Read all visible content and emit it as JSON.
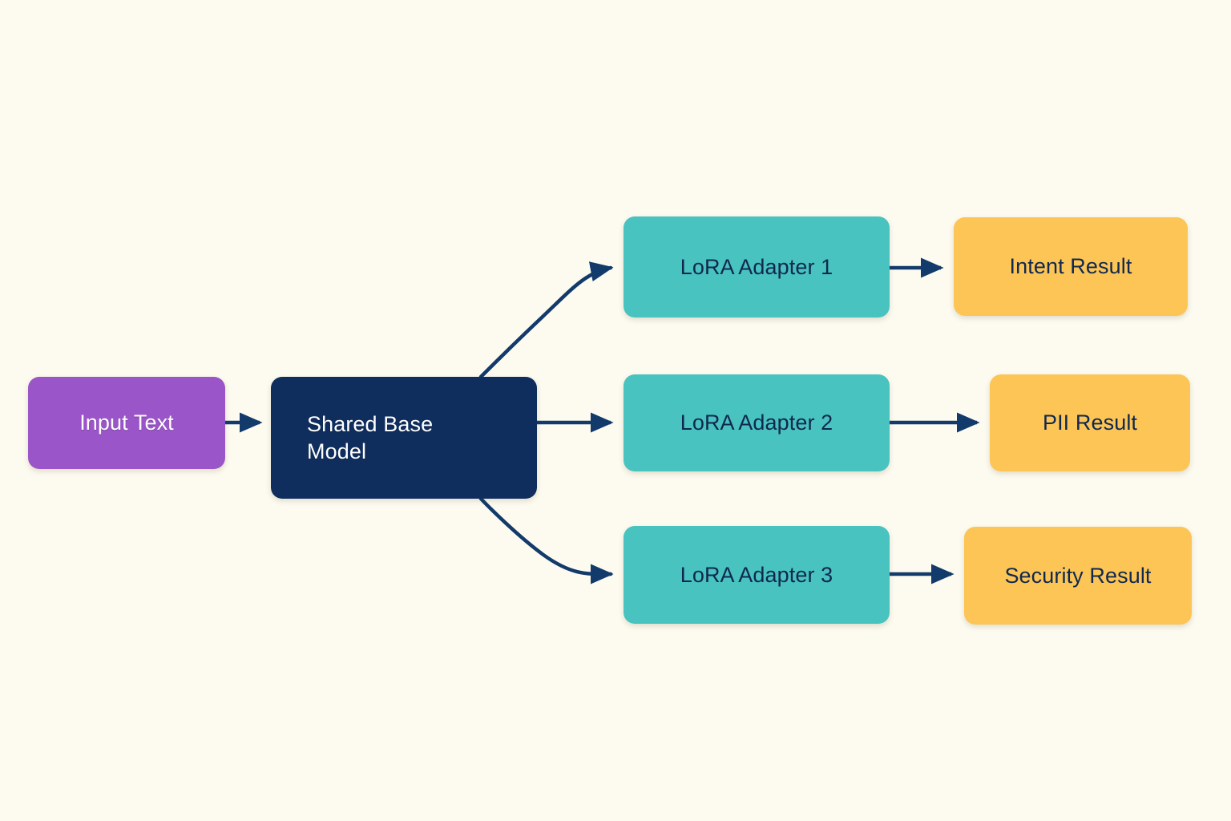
{
  "diagram": {
    "title": "Shared base model with LoRA adapters routing to results",
    "background_color": "#fdfbef",
    "edge_color": "#123a6b",
    "nodes": {
      "input": {
        "label": "Input Text",
        "color": "#9a55c8",
        "text_color": "#ffffff"
      },
      "base_model": {
        "label": "Shared Base\nModel",
        "line1": "Shared Base",
        "line2": "Model",
        "color": "#0f2e5e",
        "text_color": "#ffffff"
      },
      "adapters": [
        {
          "label": "LoRA Adapter 1",
          "color": "#48c3c0",
          "text_color": "#10284f"
        },
        {
          "label": "LoRA Adapter 2",
          "color": "#48c3c0",
          "text_color": "#10284f"
        },
        {
          "label": "LoRA Adapter 3",
          "color": "#48c3c0",
          "text_color": "#10284f"
        }
      ],
      "results": [
        {
          "label": "Intent Result",
          "color": "#fcc555",
          "text_color": "#10284f"
        },
        {
          "label": "PII Result",
          "color": "#fcc555",
          "text_color": "#10284f"
        },
        {
          "label": "Security Result",
          "color": "#fcc555",
          "text_color": "#10284f"
        }
      ]
    },
    "edges": [
      {
        "from": "Input Text",
        "to": "Shared Base Model",
        "style": "straight-arrow"
      },
      {
        "from": "Shared Base Model",
        "to": "LoRA Adapter 1",
        "style": "curved-arrow"
      },
      {
        "from": "Shared Base Model",
        "to": "LoRA Adapter 2",
        "style": "straight-arrow"
      },
      {
        "from": "Shared Base Model",
        "to": "LoRA Adapter 3",
        "style": "curved-arrow"
      },
      {
        "from": "LoRA Adapter 1",
        "to": "Intent Result",
        "style": "straight-arrow"
      },
      {
        "from": "LoRA Adapter 2",
        "to": "PII Result",
        "style": "straight-arrow"
      },
      {
        "from": "LoRA Adapter 3",
        "to": "Security Result",
        "style": "straight-arrow"
      }
    ]
  }
}
